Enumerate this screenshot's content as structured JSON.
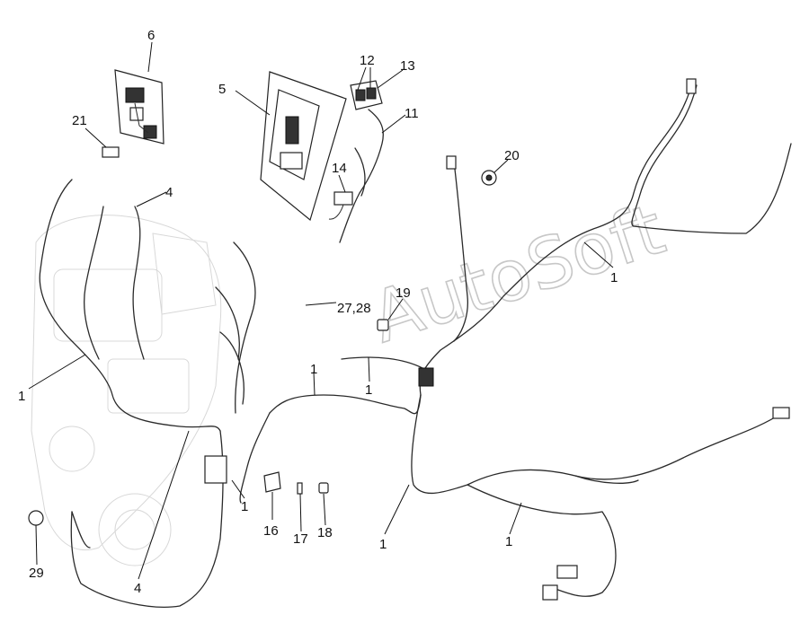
{
  "watermark": "AutoSoft",
  "callouts": [
    "1",
    "4",
    "5",
    "6",
    "11",
    "12",
    "13",
    "14",
    "16",
    "17",
    "18",
    "19",
    "20",
    "21",
    "27,28",
    "29"
  ]
}
